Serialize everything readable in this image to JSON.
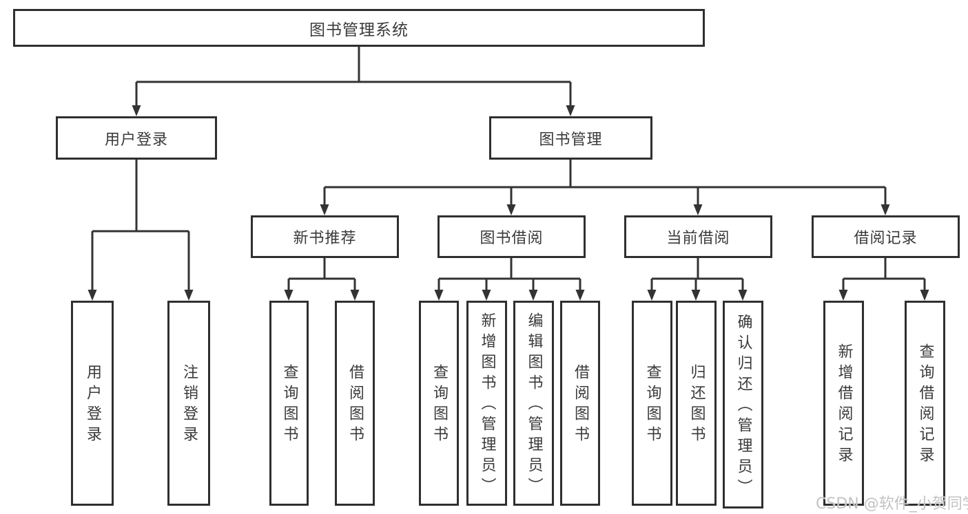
{
  "nodes": {
    "root": {
      "label": "图书管理系统"
    },
    "level2": [
      {
        "label": "用户登录"
      },
      {
        "label": "图书管理"
      }
    ],
    "level3": [
      {
        "label": "新书推荐",
        "parent": "图书管理"
      },
      {
        "label": "图书借阅",
        "parent": "图书管理"
      },
      {
        "label": "当前借阅",
        "parent": "图书管理"
      },
      {
        "label": "借阅记录",
        "parent": "图书管理"
      }
    ],
    "leaves": [
      {
        "label": "用户登录",
        "parent": "用户登录"
      },
      {
        "label": "注销登录",
        "parent": "用户登录"
      },
      {
        "label": "查询图书",
        "parent": "新书推荐"
      },
      {
        "label": "借阅图书",
        "parent": "新书推荐"
      },
      {
        "label": "查询图书",
        "parent": "图书借阅"
      },
      {
        "label": "新增图书（管理员）",
        "parent": "图书借阅"
      },
      {
        "label": "编辑图书（管理员）",
        "parent": "图书借阅"
      },
      {
        "label": "借阅图书",
        "parent": "图书借阅"
      },
      {
        "label": "查询图书",
        "parent": "当前借阅"
      },
      {
        "label": "归还图书",
        "parent": "当前借阅"
      },
      {
        "label": "确认归还（管理员）",
        "parent": "当前借阅"
      },
      {
        "label": "新增借阅记录",
        "parent": "借阅记录"
      },
      {
        "label": "查询借阅记录",
        "parent": "借阅记录"
      }
    ]
  },
  "watermark": "CSDN @软件_小贺同学",
  "colors": {
    "line": "#333333",
    "text": "#3a3a3a",
    "watermark": "#c3c3c3",
    "background": "#ffffff"
  }
}
